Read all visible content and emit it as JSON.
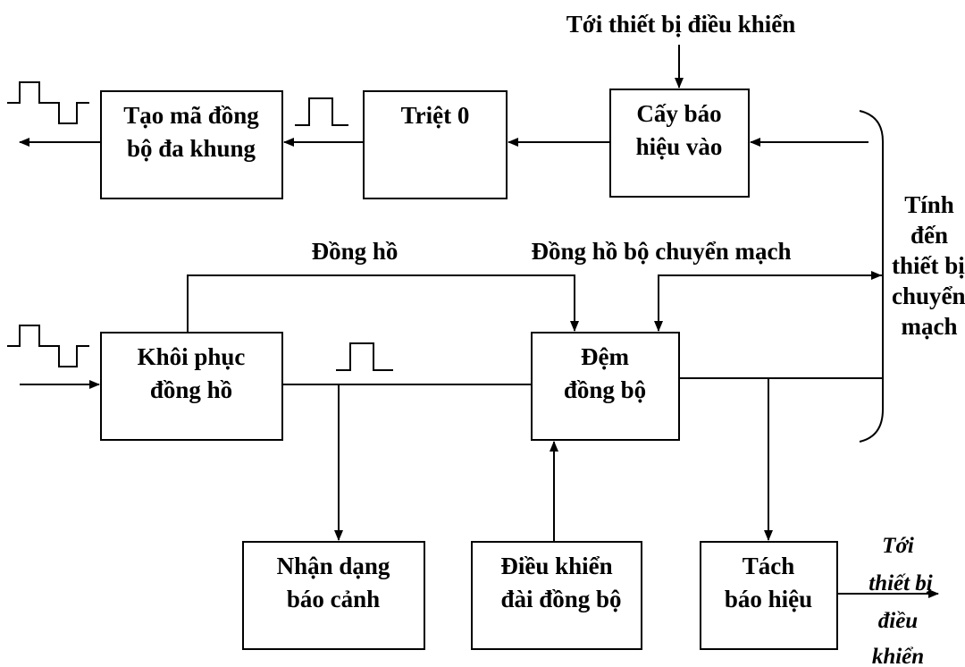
{
  "top_label": "Tới thiết bị điều khiển",
  "blocks": {
    "frame_sync": [
      "Tạo mã đồng",
      "bộ đa khung"
    ],
    "zero_suppress": [
      "Triệt 0"
    ],
    "signal_insert": [
      "Cấy báo",
      "hiệu vào"
    ],
    "clock_recovery": [
      "Khôi phục",
      "đồng hồ"
    ],
    "sync_buffer": [
      "Đệm",
      "đồng bộ"
    ],
    "alarm_detect": [
      "Nhận dạng",
      "báo cảnh"
    ],
    "clock_control": [
      "Điều khiển",
      "đài đồng bộ"
    ],
    "signal_extract": [
      "Tách",
      "báo hiệu"
    ]
  },
  "wire_labels": {
    "clock": "Đồng hồ",
    "switch_clock": "Đồng hồ bộ chuyển mạch"
  },
  "side_label": [
    "Tính",
    "đến",
    "thiết bị",
    "chuyển",
    "mạch"
  ],
  "bottom_right_label": [
    "Tới",
    "thiết bị",
    "điều",
    "khiển"
  ]
}
